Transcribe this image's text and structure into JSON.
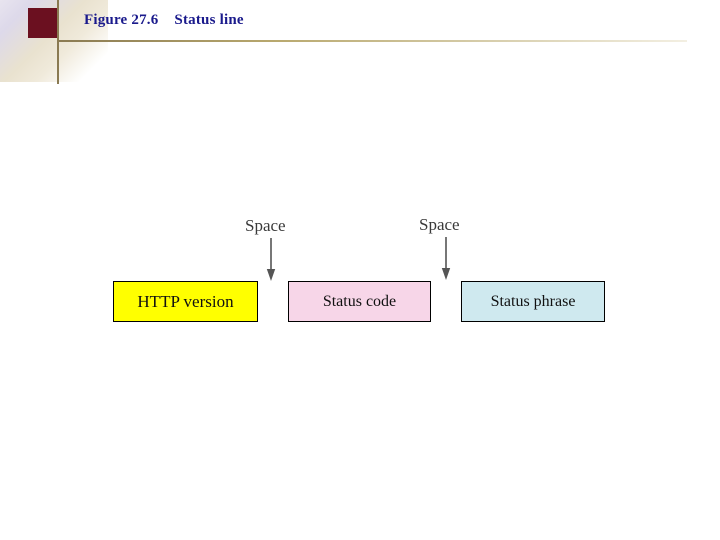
{
  "header": {
    "figure_label": "Figure 27.6",
    "figure_title": "Status line",
    "caption_color": "#1a1a8c"
  },
  "diagram": {
    "type": "block-diagram",
    "boxes": [
      {
        "id": "http-version",
        "label": "HTTP version",
        "fill": "#ffff00"
      },
      {
        "id": "status-code",
        "label": "Status code",
        "fill": "#f7d6e8"
      },
      {
        "id": "status-phrase",
        "label": "Status phrase",
        "fill": "#cfe9ef"
      }
    ],
    "annotations": [
      {
        "id": "space-1",
        "label": "Space"
      },
      {
        "id": "space-2",
        "label": "Space"
      }
    ]
  }
}
